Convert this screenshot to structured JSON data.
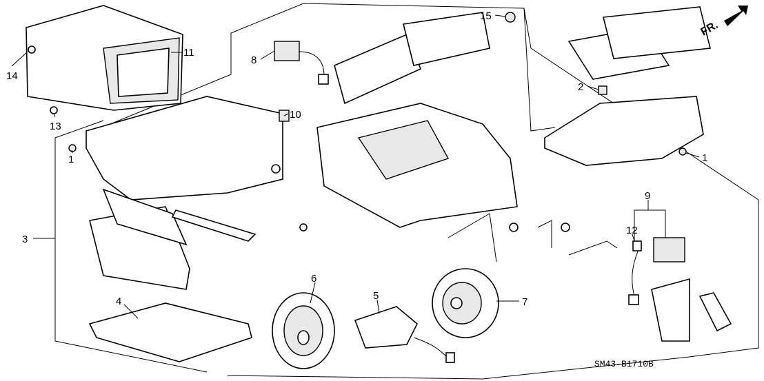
{
  "diagram": {
    "callouts": [
      {
        "id": "c14",
        "text": "14"
      },
      {
        "id": "c11",
        "text": "11"
      },
      {
        "id": "c13",
        "text": "13"
      },
      {
        "id": "c8",
        "text": "8"
      },
      {
        "id": "c15",
        "text": "15"
      },
      {
        "id": "c2",
        "text": "2"
      },
      {
        "id": "c10",
        "text": "10"
      },
      {
        "id": "c1a",
        "text": "1"
      },
      {
        "id": "c1b",
        "text": "1"
      },
      {
        "id": "c3",
        "text": "3"
      },
      {
        "id": "c9",
        "text": "9"
      },
      {
        "id": "c12",
        "text": "12"
      },
      {
        "id": "c6",
        "text": "6"
      },
      {
        "id": "c5",
        "text": "5"
      },
      {
        "id": "c7",
        "text": "7"
      },
      {
        "id": "c4",
        "text": "4"
      }
    ],
    "front_indicator": "FR.",
    "drawing_code": "SM43-B1710B"
  }
}
